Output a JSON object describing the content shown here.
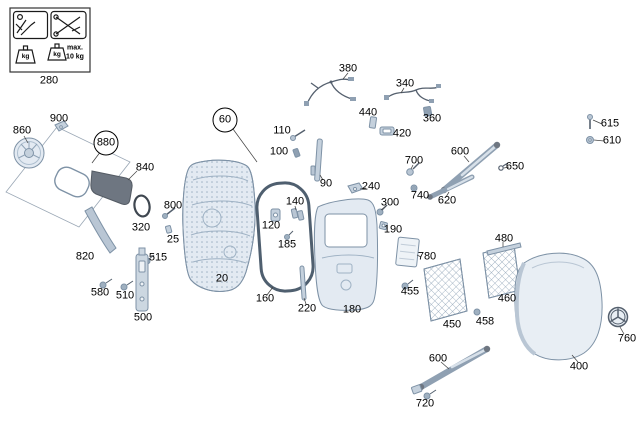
{
  "meta": {
    "background": "#ffffff",
    "line_color": "#7e92a6",
    "fill_light": "#e3eaf2",
    "fill_mid": "#c5d1dd",
    "fill_dark": "#6e7681",
    "label_color": "#000000"
  },
  "info_box": {
    "kg_left": "kg",
    "kg_right": "kg",
    "max_label": "max.",
    "max_value": "10 kg"
  },
  "labels": {
    "p280": "280",
    "p860": "860",
    "p900": "900",
    "p880": "880",
    "p840": "840",
    "p820": "820",
    "p320": "320",
    "p800": "800",
    "p25": "25",
    "p515": "515",
    "p580": "580",
    "p510": "510",
    "p500": "500",
    "p20": "20",
    "p60": "60",
    "p110": "110",
    "p100": "100",
    "p90": "90",
    "p240": "240",
    "p140": "140",
    "p120": "120",
    "p185": "185",
    "p300": "300",
    "p190": "190",
    "p160": "160",
    "p220": "220",
    "p180": "180",
    "p380": "380",
    "p340": "340",
    "p360": "360",
    "p440": "440",
    "p420": "420",
    "p615": "615",
    "p610": "610",
    "p600a": "600",
    "p650": "650",
    "p700": "700",
    "p740": "740",
    "p620": "620",
    "p780": "780",
    "p455": "455",
    "p450": "450",
    "p458": "458",
    "p460": "460",
    "p480": "480",
    "p400": "400",
    "p760": "760",
    "p600b": "600",
    "p720": "720"
  }
}
